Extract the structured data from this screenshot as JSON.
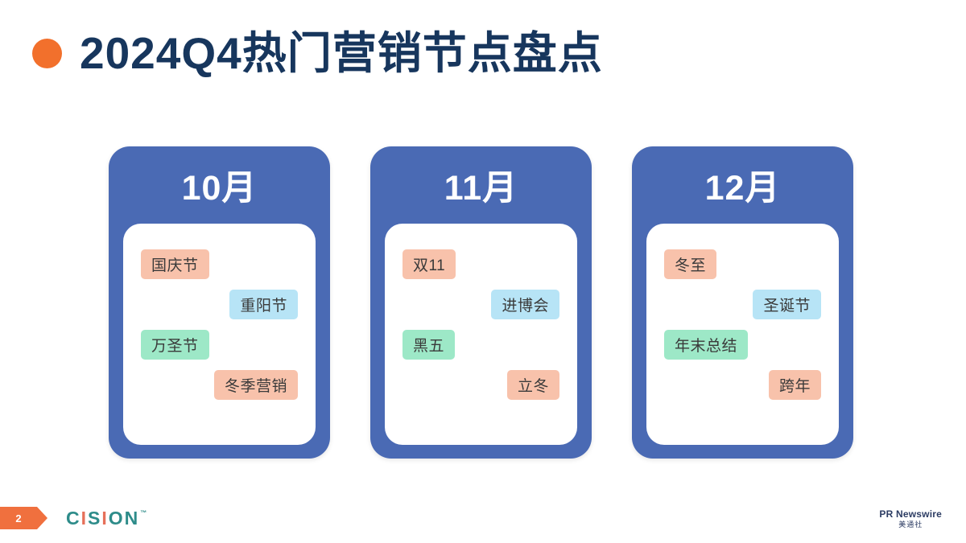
{
  "slide": {
    "title": "2024Q4热门营销节点盘点",
    "background_color": "#FFFFFF",
    "title_color": "#17365D",
    "bullet_color": "#F2702C"
  },
  "colors": {
    "card_blue": "#4A6AB4",
    "chip_peach": "#F8C2AB",
    "chip_blue": "#B7E4F6",
    "chip_green": "#9DE8C7",
    "chip_text": "#3A3A3A",
    "accent_orange": "#F0703E",
    "cision_teal": "#2E8C8A",
    "cision_coral": "#E6705A",
    "prnewswire_navy": "#2C3C63"
  },
  "cards": [
    {
      "month_label": "10月",
      "chips": [
        {
          "label": "国庆节",
          "color": "#F8C2AB",
          "align": "left"
        },
        {
          "label": "重阳节",
          "color": "#B7E4F6",
          "align": "right"
        },
        {
          "label": "万圣节",
          "color": "#9DE8C7",
          "align": "left"
        },
        {
          "label": "冬季营销",
          "color": "#F8C2AB",
          "align": "right"
        }
      ]
    },
    {
      "month_label": "11月",
      "chips": [
        {
          "label": "双11",
          "color": "#F8C2AB",
          "align": "left"
        },
        {
          "label": "进博会",
          "color": "#B7E4F6",
          "align": "right"
        },
        {
          "label": "黑五",
          "color": "#9DE8C7",
          "align": "left"
        },
        {
          "label": "立冬",
          "color": "#F8C2AB",
          "align": "right"
        }
      ]
    },
    {
      "month_label": "12月",
      "chips": [
        {
          "label": "冬至",
          "color": "#F8C2AB",
          "align": "left"
        },
        {
          "label": "圣诞节",
          "color": "#B7E4F6",
          "align": "right"
        },
        {
          "label": "年末总结",
          "color": "#9DE8C7",
          "align": "left"
        },
        {
          "label": "跨年",
          "color": "#F8C2AB",
          "align": "right"
        }
      ]
    }
  ],
  "footer": {
    "page_number": "2",
    "cision_logo": {
      "letters": [
        {
          "char": "C",
          "color": "#2E8C8A"
        },
        {
          "char": "I",
          "color": "#E6705A"
        },
        {
          "char": "S",
          "color": "#2E8C8A"
        },
        {
          "char": "I",
          "color": "#E6705A"
        },
        {
          "char": "O",
          "color": "#2E8C8A"
        },
        {
          "char": "N",
          "color": "#2E8C8A"
        }
      ],
      "trademark": "™"
    },
    "prnewswire": {
      "main": "PR Newswire",
      "sub": "美通社"
    }
  }
}
